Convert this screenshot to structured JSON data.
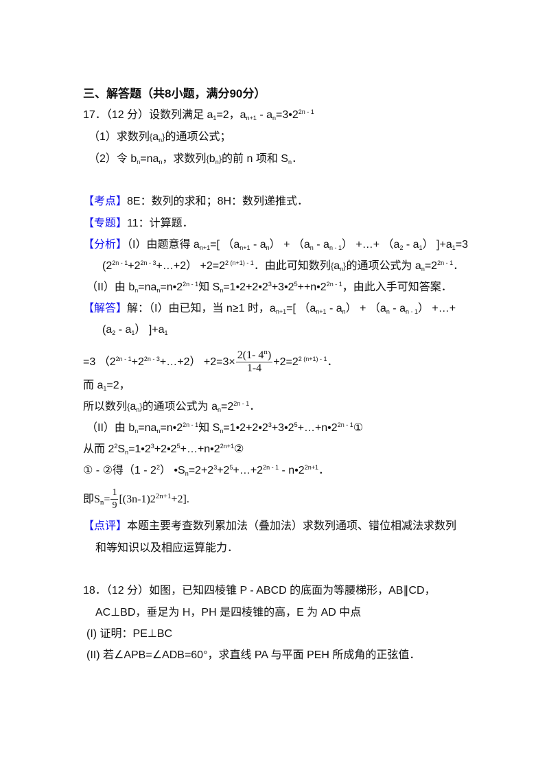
{
  "section": {
    "title": "三、解答题（共 8 小题，满分 90 分）"
  },
  "problem17": {
    "number": "17．",
    "points": "（12 分）",
    "stem": "设数列满足 a₁=2，aₙ₊₁ - aₙ=3•2^(2n - 1)",
    "part1": "（1）求数列{aₙ}的通项公式；",
    "part2": "（2）令 bₙ=naₙ，求数列{bₙ}的前 n 项和 Sₙ．",
    "kaodian_label": "【考点】",
    "kaodian_text": "8E：数列的求和；8H：数列递推式．",
    "zhuanti_label": "【专题】",
    "zhuanti_text": "11：计算题．",
    "fenxi_label": "【分析】",
    "fenxi_line1": "（I）由题意得 aₙ₊₁=[（aₙ₊₁ - aₙ）+（aₙ - aₙ₋₁）+…+（a₂ - a₁）]+a₁=3",
    "fenxi_line2": "(2^(2n-1)+2^(2n-3)+…+2）+2=2^(2(n+1)-1)．由此可知数列{aₙ}的通项公式为 aₙ=2^(2n-1)．",
    "fenxi_line3": "（II）由 bₙ=naₙ=n•2^(2n-1)知 Sₙ=1•2+2•2³+3•2⁵++n•2^(2n-1)，由此入手可知答案．",
    "jieda_label": "【解答】",
    "jieda_line1": "解：（I）由已知，当 n≥1 时，aₙ₊₁=[（aₙ₊₁ - aₙ）+（aₙ - aₙ₋₁）+…+",
    "jieda_line2": "（a₂ - a₁）]+a₁",
    "jieda_line3": "=3（2^(2n-1)+2^(2n-3)+…+2）+2=3×2(1-4ⁿ)/(1-4)+2=2^(2(n+1)-1)．",
    "jieda_line4": "而 a₁=2，",
    "jieda_line5": "所以数列{aₙ}的通项公式为 aₙ=2^(2n-1)．",
    "jieda_line6": "（II）由 bₙ=naₙ=n•2^(2n-1)知 Sₙ=1•2+2•2³+3•2⁵+…+n•2^(2n-1)①",
    "jieda_line7": "从而 2²Sₙ=1•2³+2•2⁵+…+n•2^(2n+1)②",
    "jieda_line8": "① - ②得（1 - 2²）•Sₙ=2+2³+2⁵+…+2^(2n-1) - n•2^(2n+1)．",
    "jieda_line9": "即 Sₙ=1/9[(3n-1)2^(2n+1)+2]．",
    "dianping_label": "【点评】",
    "dianping_line1": "本题主要考查数列累加法（叠加法）求数列通项、错位相减法求数列",
    "dianping_line2": "和等知识以及相应运算能力．"
  },
  "problem18": {
    "number": "18．",
    "points": "（12 分）",
    "stem_line1": "如图，已知四棱锥 P - ABCD 的底面为等腰梯形，AB∥CD，",
    "stem_line2": "AC⊥BD，垂足为 H，PH 是四棱锥的高，E 为 AD 中点",
    "part1": "(I) 证明：PE⊥BC",
    "part2": "(II) 若∠APB=∠ADB=60°，求直线 PA 与平面 PEH 所成角的正弦值．"
  },
  "colors": {
    "label_blue": "#1010ee",
    "text": "#111111"
  },
  "text": {
    "s3_t1": "三、解答题（共",
    "s3_n": "8",
    "s3_t2": "小题，满分",
    "s3_n2": "90",
    "s3_t3": "分）",
    "p17_num": "17．",
    "p17_pts": "（12 分）",
    "p17_stem": "设数列满足 a",
    "p17_q1a": "（1）求数列",
    "p17_q1b": "的通项公式；",
    "p17_q2a": "（2）令 b",
    "p17_q2b": "=na",
    "p17_q2c": "，求数列",
    "p17_q2d": "的前 n 项和 S",
    "p17_q2e": "．",
    "kd_label": "【考点】",
    "kd_text": "8E：数列的求和；8H：数列递推式．",
    "zt_label": "【专题】",
    "zt_text": "11：计算题．",
    "fx_label": "【分析】",
    "fx_intro": "（I）由题意得 a",
    "fx_l2_end": "．由此可知数列",
    "fx_l2_end2": "的通项公式为 a",
    "fx_l3_a": "（II）由 b",
    "fx_l3_end": "，由此入手可知答案．",
    "jd_label": "【解答】",
    "jd_intro": "解：（I）由已知，当 n≥1 时，a",
    "jd_l4": "而 a",
    "jd_l5a": "所以数列",
    "jd_l5b": "的通项公式为 a",
    "jd_l7a": "从而 2",
    "jd_l8a": "① - ②得（1 - 2",
    "jd_l9a": "即",
    "dp_label": "【点评】",
    "dp_l1": "本题主要考查数列累加法（叠加法）求数列通项、错位相减法求数列",
    "dp_l2": "和等知识以及相应运算能力．",
    "p18_num": "18．",
    "p18_pts": "（12 分）",
    "p18_l1": "如图，已知四棱锥 P - ABCD 的底面为等腰梯形，AB∥CD，",
    "p18_l2": "AC⊥BD，垂足为 H，PH 是四棱锥的高，E 为 AD 中点",
    "p18_q1": "(I)  证明：PE⊥BC",
    "p18_q2": "(II)  若∠APB=∠ADB=60°，求直线 PA 与平面 PEH 所成角的正弦值．"
  }
}
